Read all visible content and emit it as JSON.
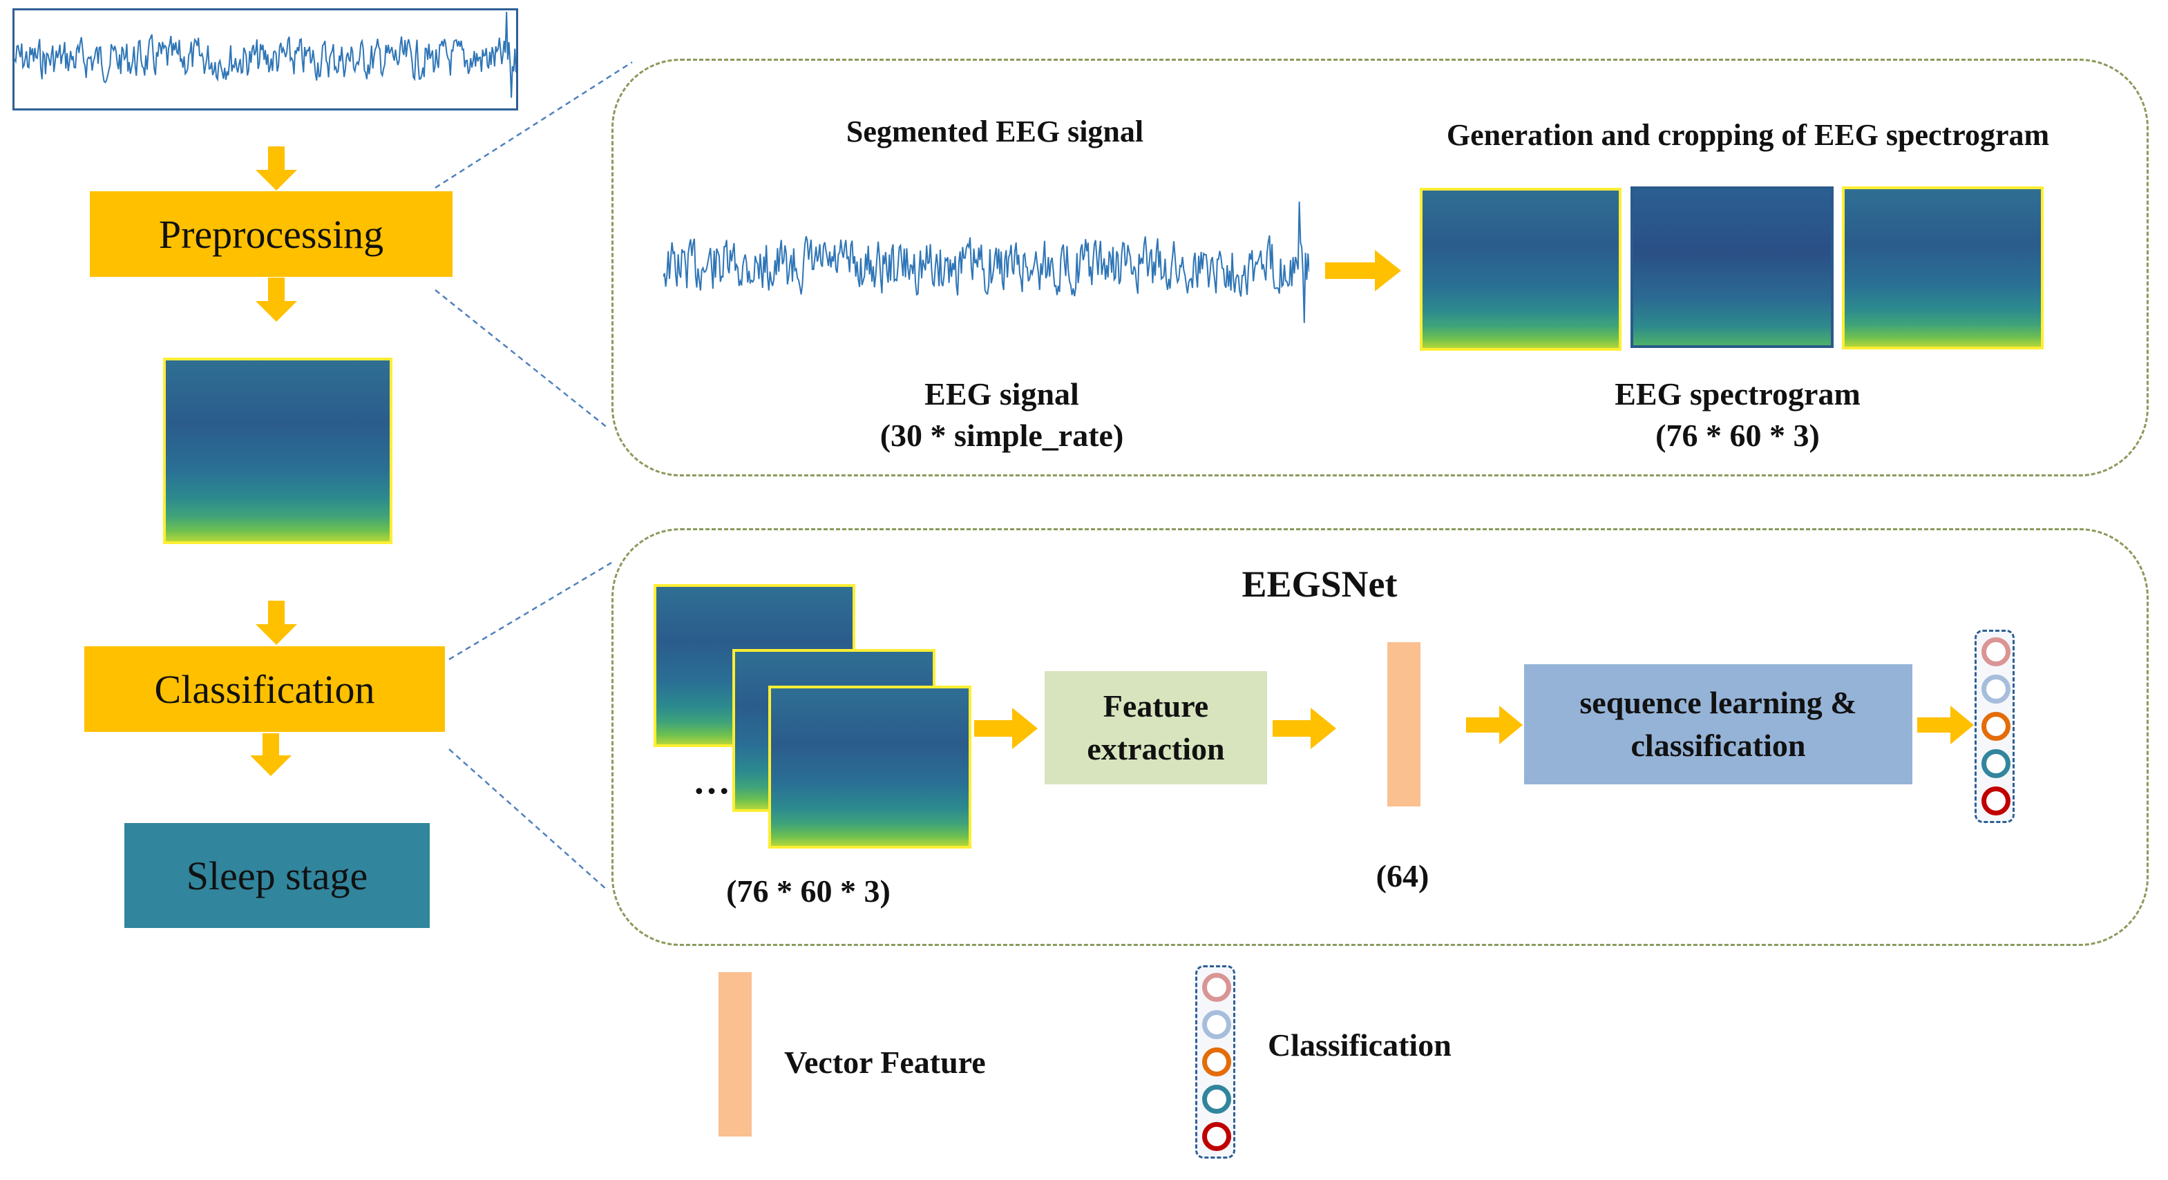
{
  "left_flow": {
    "preprocessing": "Preprocessing",
    "classification": "Classification",
    "sleep_stage": "Sleep stage"
  },
  "top_panel": {
    "segmented_title": "Segmented EEG signal",
    "spectrogram_title": "Generation and cropping of EEG spectrogram",
    "signal_label": "EEG signal",
    "signal_dims": "(30 * simple_rate)",
    "spectrogram_label": "EEG spectrogram",
    "spectrogram_dims": "(76 * 60 * 3)"
  },
  "bottom_panel": {
    "title": "EEGSNet",
    "ellipsis": "…",
    "input_dims": "(76 * 60 * 3)",
    "feature_extraction": "Feature extraction",
    "vector_dims": "(64)",
    "sequence": "sequence learning & classification"
  },
  "legend": {
    "vector_feature": "Vector Feature",
    "classification": "Classification"
  },
  "colors": {
    "arrow": "#ffc000",
    "signal": "#2e75b6",
    "yellow_box": "#ffc000",
    "teal_box": "#31859c",
    "feature_box": "#d7e4bd",
    "sequence_box": "#95b3d7",
    "vector": "#fac090",
    "class_rings": [
      "#d99594",
      "#a6bddb",
      "#e36c09",
      "#31859c",
      "#c00000"
    ]
  }
}
